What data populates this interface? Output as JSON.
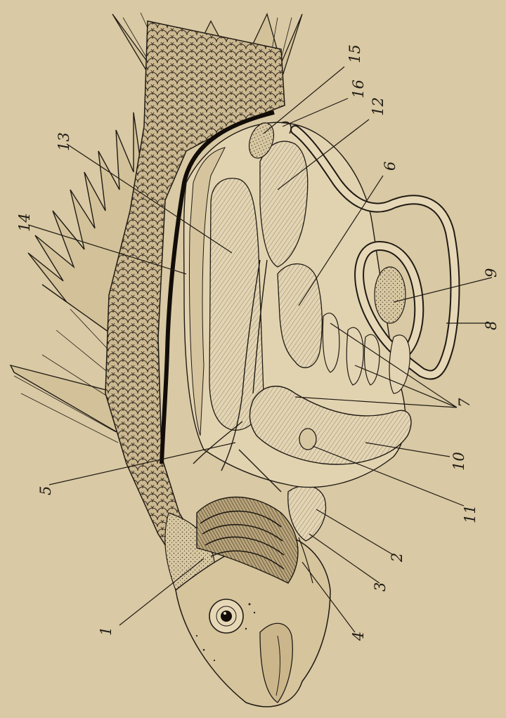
{
  "diagram": {
    "subject": "perch internal anatomy (rotated)",
    "callouts": [
      {
        "id": "1",
        "label": "1"
      },
      {
        "id": "2",
        "label": "2"
      },
      {
        "id": "3",
        "label": "3"
      },
      {
        "id": "4",
        "label": "4"
      },
      {
        "id": "5",
        "label": "5"
      },
      {
        "id": "6",
        "label": "6"
      },
      {
        "id": "7",
        "label": "7"
      },
      {
        "id": "8",
        "label": "8"
      },
      {
        "id": "9",
        "label": "9"
      },
      {
        "id": "10",
        "label": "10"
      },
      {
        "id": "11",
        "label": "11"
      },
      {
        "id": "12",
        "label": "12"
      },
      {
        "id": "13",
        "label": "13"
      },
      {
        "id": "14",
        "label": "14"
      },
      {
        "id": "15",
        "label": "15"
      },
      {
        "id": "16",
        "label": "16"
      }
    ]
  },
  "colors": {
    "paper": "#d9c9a4",
    "ink": "#1f1a14",
    "organ": "#e4d6b4",
    "scale": "#c8b68e"
  }
}
